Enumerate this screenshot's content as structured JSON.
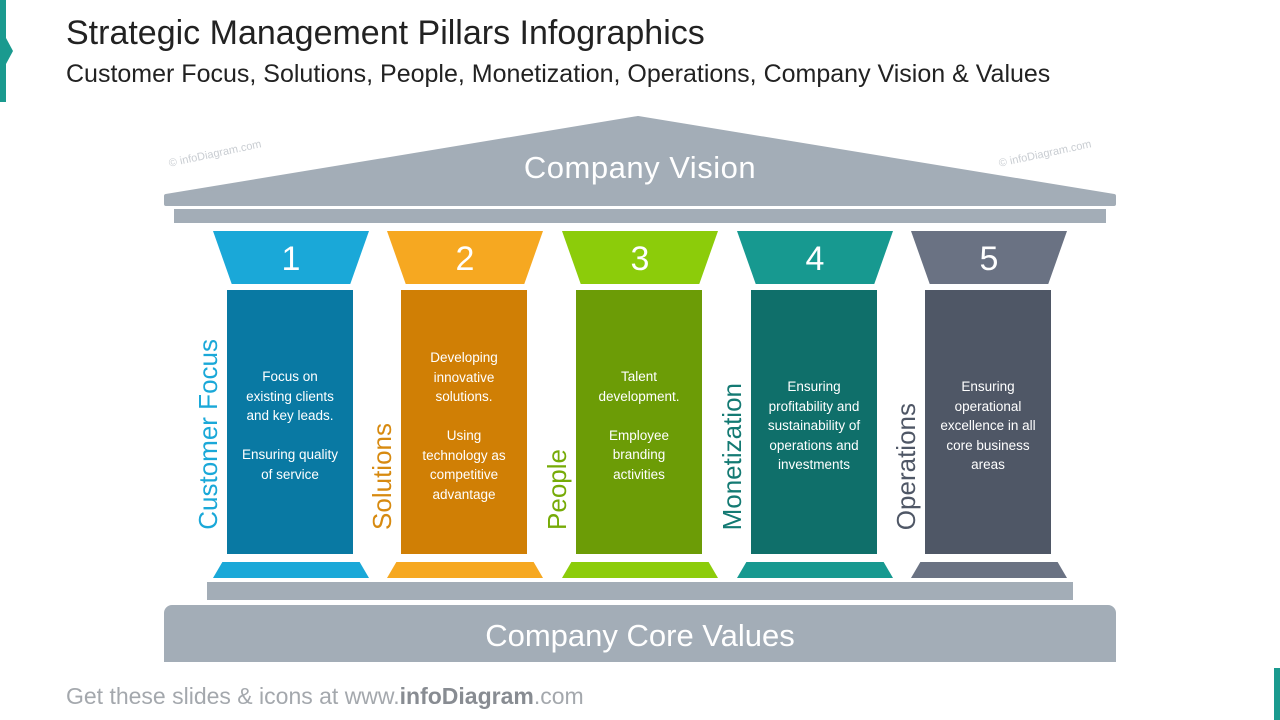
{
  "header": {
    "title": "Strategic Management Pillars Infographics",
    "subtitle": "Customer Focus, Solutions, People, Monetization, Operations, Company Vision & Values"
  },
  "diagram": {
    "roof_label": "Company Vision",
    "foundation_label": "Company Core Values",
    "watermark": "© infoDiagram.com",
    "pillars": [
      {
        "number": "1",
        "label": "Customer Focus",
        "description": "Focus on\nexisting clients\nand key leads.\n\nEnsuring quality\nof service",
        "capital_color": "#1aa8d8",
        "shaft_color": "#0979a3",
        "label_color": "#1aa8d8"
      },
      {
        "number": "2",
        "label": "Solutions",
        "description": "Developing\ninnovative\nsolutions.\n\nUsing\ntechnology as\ncompetitive\nadvantage",
        "capital_color": "#f6a821",
        "shaft_color": "#d07f05",
        "label_color": "#d78a10"
      },
      {
        "number": "3",
        "label": "People",
        "description": "Talent\ndevelopment.\n\nEmployee\nbranding\nactivities",
        "capital_color": "#8ccc0a",
        "shaft_color": "#6c9c06",
        "label_color": "#76ab07"
      },
      {
        "number": "4",
        "label": "Monetization",
        "description": "Ensuring\nprofitability and\nsustainability of\noperations and\ninvestments",
        "capital_color": "#179990",
        "shaft_color": "#0f6f6a",
        "label_color": "#147a73"
      },
      {
        "number": "5",
        "label": "Operations",
        "description": "Ensuring\noperational\nexcellence in all\ncore business\nareas",
        "capital_color": "#6a7283",
        "shaft_color": "#4f5766",
        "label_color": "#4f5766"
      }
    ]
  },
  "footer": {
    "prefix": "Get these slides & icons at www.",
    "brand": "infoDiagram",
    "suffix": ".com"
  }
}
